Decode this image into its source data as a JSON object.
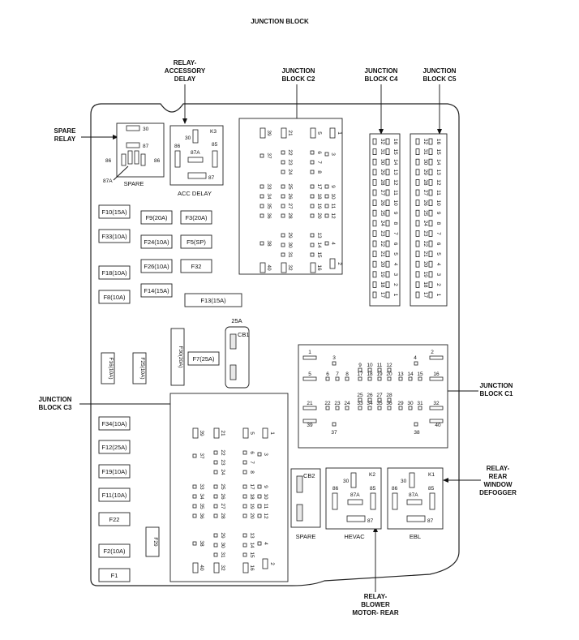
{
  "title": "JUNCTION BLOCK",
  "callouts": {
    "relay_accessory_delay": [
      "RELAY-",
      "ACCESSORY",
      "DELAY"
    ],
    "junction_block_c2": [
      "JUNCTION",
      "BLOCK C2"
    ],
    "junction_block_c4": [
      "JUNCTION",
      "BLOCK C4"
    ],
    "junction_block_c5": [
      "JUNCTION",
      "BLOCK C5"
    ],
    "spare_relay": [
      "SPARE",
      "RELAY"
    ],
    "junction_block_c1": [
      "JUNCTION",
      "BLOCK C1"
    ],
    "junction_block_c3": [
      "JUNCTION",
      "BLOCK C3"
    ],
    "relay_rear_window_defogger": [
      "RELAY-",
      "REAR",
      "WINDOW",
      "DEFOGGER"
    ],
    "relay_blower_motor_rear": [
      "RELAY-",
      "BLOWER",
      "MOTOR- REAR"
    ]
  },
  "relays": {
    "spare": {
      "label": "SPARE",
      "pins": [
        "30",
        "87",
        "86",
        "86",
        "87A"
      ]
    },
    "acc_delay": {
      "label": "ACC DELAY",
      "id": "K3",
      "pins": [
        "30",
        "86",
        "87A",
        "85",
        "87"
      ]
    },
    "hevac": {
      "label": "HEVAC",
      "id": "K2",
      "pins": [
        "30",
        "86",
        "87A",
        "85",
        "87"
      ]
    },
    "ebl": {
      "label": "EBL",
      "id": "K1",
      "pins": [
        "30",
        "86",
        "87A",
        "85",
        "87"
      ]
    }
  },
  "fuses": {
    "f10": "F10(15A)",
    "f9": "F9(20A)",
    "f3": "F3(20A)",
    "f33": "F33(10A)",
    "f24": "F24(10A)",
    "f5": "F5(SP)",
    "f18": "F18(10A)",
    "f26": "F26(10A)",
    "f32": "F32",
    "f8": "F8(10A)",
    "f14": "F14(15A)",
    "f13": "F13(15A)",
    "f30": "F30(20A)",
    "f7": "F7(25A)",
    "f16": "F16(10A)",
    "f25": "F25(10A)",
    "f34": "F34(10A)",
    "f12": "F12(25A)",
    "f19": "F19(10A)",
    "f11": "F11(10A)",
    "f22": "F22",
    "f29": "F29",
    "f2": "F2(10A)",
    "f1": "F1"
  },
  "breakers": {
    "cb1": "CB1",
    "cb1_rating": "25A",
    "cb2": "CB2",
    "cb2_label": "SPARE"
  },
  "connector_c2_c3": {
    "left_col": [
      "39",
      "37",
      "33",
      "34",
      "35",
      "36",
      "38",
      "40"
    ],
    "mid_col": [
      "21",
      "22",
      "23",
      "24",
      "25",
      "26",
      "27",
      "28",
      "29",
      "30",
      "31",
      "32"
    ],
    "right_col": [
      "5",
      "6",
      "7",
      "8",
      "17",
      "18",
      "19",
      "20",
      "13",
      "14",
      "15",
      "16"
    ],
    "far_col": [
      "1",
      "3",
      "9",
      "10",
      "11",
      "12",
      "4",
      "2"
    ]
  },
  "connector_c4_c5": {
    "left_col": [
      "32",
      "31",
      "30",
      "29",
      "28",
      "27",
      "26",
      "25",
      "24",
      "23",
      "22",
      "21",
      "20",
      "19",
      "18",
      "17"
    ],
    "right_col": [
      "16",
      "15",
      "14",
      "13",
      "12",
      "11",
      "10",
      "9",
      "8",
      "7",
      "6",
      "5",
      "4",
      "3",
      "2",
      "1"
    ]
  },
  "connector_c1": {
    "row1": [
      "1",
      "3",
      "4",
      "2"
    ],
    "row2": [
      "9",
      "10",
      "11",
      "12"
    ],
    "row3": [
      "5",
      "6",
      "7",
      "8",
      "17",
      "18",
      "19",
      "20",
      "13",
      "14",
      "15",
      "16"
    ],
    "row4": [
      "25",
      "26",
      "27",
      "28"
    ],
    "row5": [
      "21",
      "22",
      "23",
      "24",
      "33",
      "34",
      "35",
      "36",
      "29",
      "30",
      "31",
      "32"
    ],
    "row6": [
      "39",
      "37",
      "38",
      "40"
    ]
  }
}
